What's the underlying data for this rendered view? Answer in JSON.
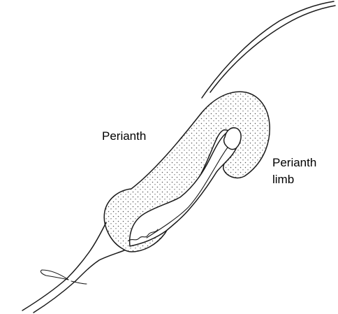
{
  "labels": {
    "perianth": "Perianth",
    "perianth_limb_line1": "Perianth",
    "perianth_limb_line2": "limb"
  },
  "colors": {
    "ink": "#1a1a1a",
    "stipple": "#555555",
    "background": "#ffffff"
  }
}
